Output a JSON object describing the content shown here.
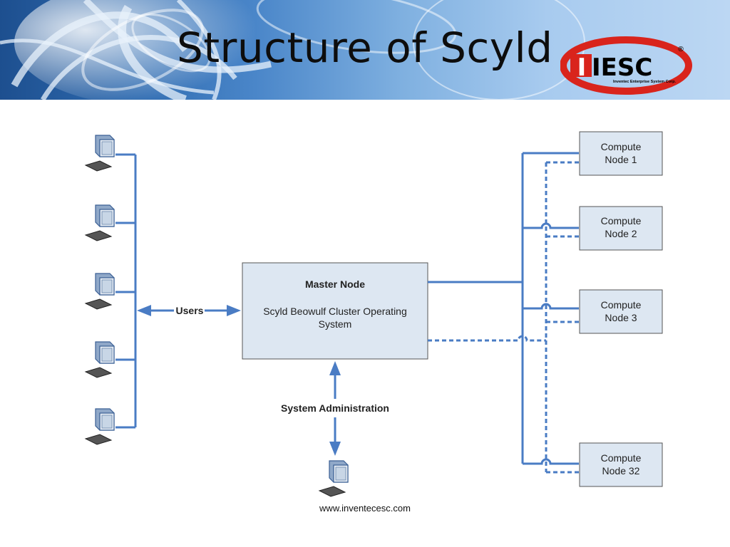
{
  "slide": {
    "title": "Structure of Scyld",
    "footer": "www.inventecesc.com"
  },
  "logo": {
    "text": "IESC",
    "registered": "®",
    "tagline": "Inventec Enterprise System Corp."
  },
  "diagram": {
    "users_label": "Users",
    "sysadmin_label": "System Administration",
    "master": {
      "title": "Master Node",
      "line1": "Scyld Beowulf Cluster Operating",
      "line2": "System"
    },
    "compute_nodes": [
      {
        "line1": "Compute",
        "line2": "Node 1"
      },
      {
        "line1": "Compute",
        "line2": "Node 2"
      },
      {
        "line1": "Compute",
        "line2": "Node 3"
      },
      {
        "line1": "Compute",
        "line2": "Node 32"
      }
    ]
  },
  "colors": {
    "line": "#4a7cc4",
    "box_fill": "#dde7f2",
    "logo_red": "#d9241c"
  }
}
